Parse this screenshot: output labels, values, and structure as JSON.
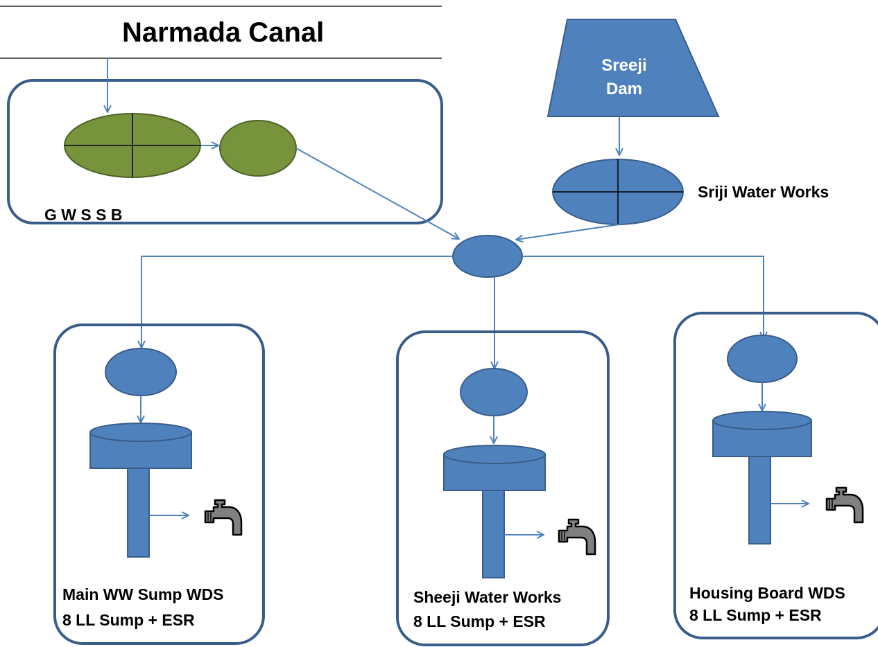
{
  "title": "Narmada Canal",
  "source_plant_label": "G W S S B",
  "dam": {
    "line1": "Sreeji",
    "line2": "Dam"
  },
  "dam_plant_label": "Sriji Water Works",
  "stations": [
    {
      "line1": "Main WW Sump WDS",
      "line2": "8 LL Sump + ESR"
    },
    {
      "line1": "Sheeji Water Works",
      "line2": "8 LL Sump + ESR"
    },
    {
      "line1": "Housing Board WDS",
      "line2": "8 LL Sump + ESR"
    }
  ],
  "icons": [
    "water-tap-icon",
    "water-tap-icon",
    "water-tap-icon"
  ],
  "colors": {
    "tank_blue": "#4f81bd",
    "treatment_green": "#77933c",
    "box_border": "#385d8a",
    "flow_line": "#4f81bd"
  }
}
